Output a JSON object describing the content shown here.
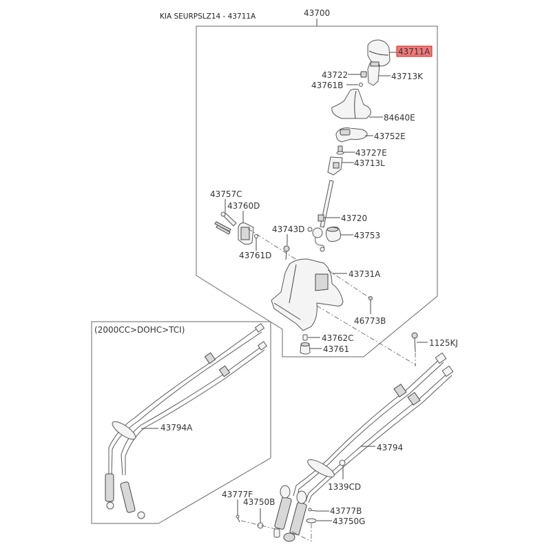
{
  "title": "KIA SEURPSLZ14 - 43711A",
  "assembly_number": "43700",
  "highlight_color": "#f07a7a",
  "highlighted_part": "43711A",
  "sub_assembly_note": "(2000CC>DOHC>TCI)",
  "parts": {
    "p43711A": "43711A",
    "p43722": "43722",
    "p43713K": "43713K",
    "p43761B": "43761B",
    "p84640E": "84640E",
    "p43752E": "43752E",
    "p43727E": "43727E",
    "p43713L": "43713L",
    "p43757C": "43757C",
    "p43760D": "43760D",
    "p43720": "43720",
    "p43743D": "43743D",
    "p43753": "43753",
    "p43761D": "43761D",
    "p43731A": "43731A",
    "p46773B": "46773B",
    "p43762C": "43762C",
    "p43761": "43761",
    "p1125KJ": "1125KJ",
    "p43794A": "43794A",
    "p43794": "43794",
    "p1339CD": "1339CD",
    "p43777F": "43777F",
    "p43750B": "43750B",
    "p43777B": "43777B",
    "p43750G": "43750G"
  }
}
